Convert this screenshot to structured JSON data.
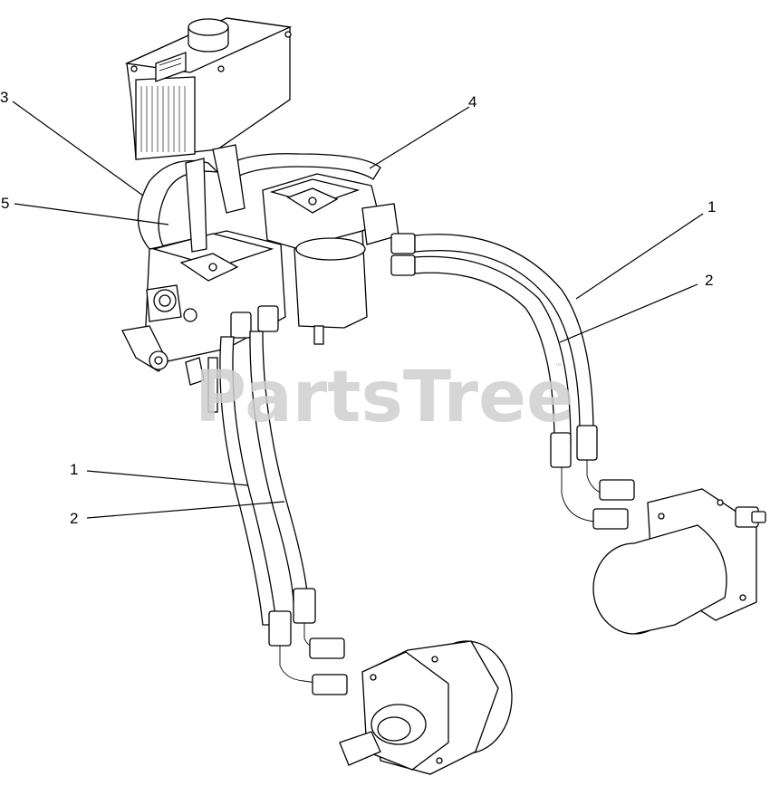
{
  "callouts": {
    "c1_right": "1",
    "c2_right": "2",
    "c3": "3",
    "c4": "4",
    "c5": "5",
    "c1_left": "1",
    "c2_left": "2"
  },
  "watermark": {
    "text": "PartsTree",
    "trademark": "™"
  }
}
